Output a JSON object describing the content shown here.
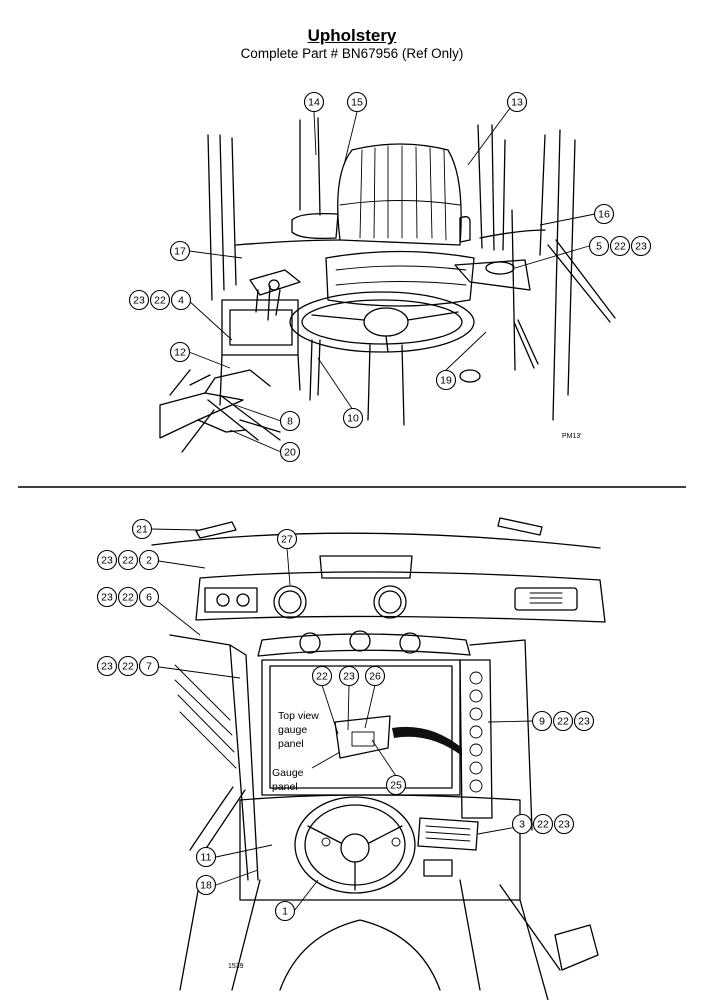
{
  "header": {
    "title": "Upholstery",
    "subtitle": "Complete Part # BN67956 (Ref Only)"
  },
  "top_view": {
    "figure_code": "PM13'",
    "callouts": [
      {
        "id": "c14",
        "label": "14"
      },
      {
        "id": "c15",
        "label": "15"
      },
      {
        "id": "c13",
        "label": "13"
      },
      {
        "id": "c16",
        "label": "16"
      },
      {
        "id": "c5",
        "labels": [
          "5",
          "22",
          "23"
        ]
      },
      {
        "id": "c17",
        "label": "17"
      },
      {
        "id": "c4",
        "labels": [
          "23",
          "22",
          "4"
        ]
      },
      {
        "id": "c12",
        "label": "12"
      },
      {
        "id": "c19",
        "label": "19"
      },
      {
        "id": "c8",
        "label": "8"
      },
      {
        "id": "c10",
        "label": "10"
      },
      {
        "id": "c20",
        "label": "20"
      }
    ]
  },
  "bottom_view": {
    "figure_code": "1539",
    "inset_labels": {
      "top_view_gauge_panel": [
        "Top view",
        "gauge",
        "panel"
      ],
      "gauge_panel": [
        "Gauge",
        "panel"
      ]
    },
    "callouts": [
      {
        "id": "c21",
        "label": "21"
      },
      {
        "id": "c27",
        "label": "27"
      },
      {
        "id": "c2",
        "labels": [
          "23",
          "22",
          "2"
        ]
      },
      {
        "id": "c6",
        "labels": [
          "23",
          "22",
          "6"
        ]
      },
      {
        "id": "c7",
        "labels": [
          "23",
          "22",
          "7"
        ]
      },
      {
        "id": "c22",
        "label": "22"
      },
      {
        "id": "c23",
        "label": "23"
      },
      {
        "id": "c26",
        "label": "26"
      },
      {
        "id": "c9",
        "labels": [
          "9",
          "22",
          "23"
        ]
      },
      {
        "id": "c25",
        "label": "25"
      },
      {
        "id": "c3",
        "labels": [
          "3",
          "22",
          "23"
        ]
      },
      {
        "id": "c11",
        "label": "11"
      },
      {
        "id": "c18",
        "label": "18"
      },
      {
        "id": "c1",
        "label": "1"
      }
    ]
  }
}
